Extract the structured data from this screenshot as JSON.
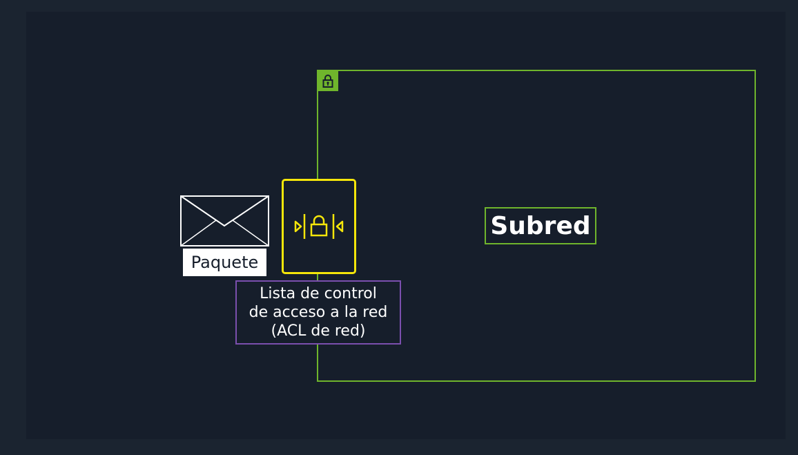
{
  "diagram": {
    "subnet": {
      "label": "Subred",
      "border_color": "#6fb52c",
      "badge_icon": "lock-icon"
    },
    "acl": {
      "icon": "network-acl-icon",
      "icon_color": "#f5e60a",
      "label_lines": [
        "Lista de control",
        "de acceso a la red",
        "(ACL de red)"
      ],
      "label_border_color": "#7b4fae"
    },
    "packet": {
      "icon": "envelope-icon",
      "label": "Paquete"
    },
    "colors": {
      "background": "#161e2b",
      "frame": "#1b2430"
    }
  }
}
